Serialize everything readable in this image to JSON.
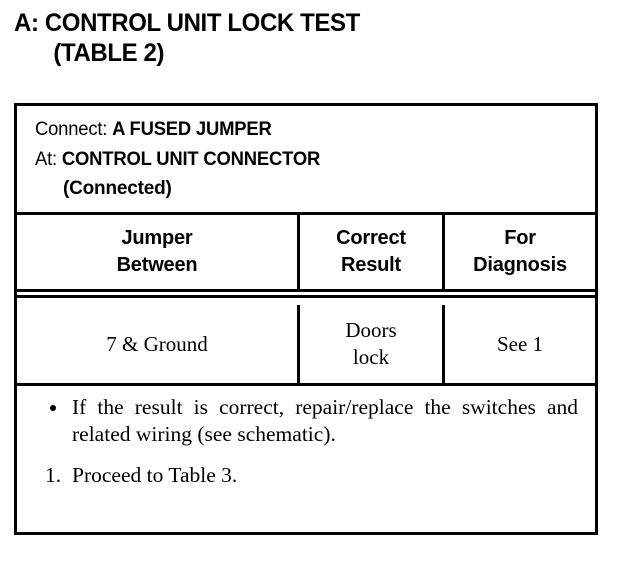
{
  "document": {
    "title_line_1": "A: CONTROL UNIT LOCK TEST",
    "title_line_2": "(TABLE 2)"
  },
  "table": {
    "setup": {
      "connect_label": "Connect:",
      "connect_value": "A FUSED JUMPER",
      "at_label": "At:",
      "at_value": "CONTROL UNIT CONNECTOR",
      "at_state": "(Connected)"
    },
    "columns": [
      {
        "line_1": "Jumper",
        "line_2": "Between"
      },
      {
        "line_1": "Correct",
        "line_2": "Result"
      },
      {
        "line_1": "For",
        "line_2": "Diagnosis"
      }
    ],
    "rows": [
      {
        "jumper_between": "7 & Ground",
        "correct_result_line_1": "Doors",
        "correct_result_line_2": "lock",
        "for_diagnosis": "See 1"
      }
    ],
    "notes": {
      "bullet": "If the result is correct, repair/replace the switches and related wiring (see schematic).",
      "numbered_marker": "1.",
      "numbered_text": "Proceed to Table 3."
    }
  },
  "colors": {
    "ink": "#000000",
    "paper": "#ffffff"
  }
}
